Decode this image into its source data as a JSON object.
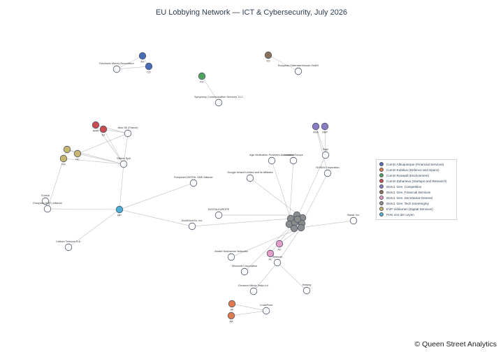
{
  "title": "EU Lobbying Network — ICT & Cybersecurity, July 2026",
  "credit": "© Queen Street Analytics",
  "legend": [
    {
      "label": "Comm Albuquerque (Financial Services)",
      "color": "#4c6bb5"
    },
    {
      "label": "Comm Kubilius (Defence and Space)",
      "color": "#e07b4f"
    },
    {
      "label": "Comm Roswall (Environment)",
      "color": "#4fa35b"
    },
    {
      "label": "Comm Zaharieva (Startups and Research)",
      "color": "#c94a4f"
    },
    {
      "label": "Direct. Gen. Competition",
      "color": "#8a7cc3"
    },
    {
      "label": "Direct. Gen. Financial Services",
      "color": "#8b6f5c"
    },
    {
      "label": "Direct. Gen. Secretariat-General",
      "color": "#e59ac9"
    },
    {
      "label": "Direct. Gen. Tech Sovereignty",
      "color": "#8c8c8c"
    },
    {
      "label": "EVP Virkkunen (Digital Services)",
      "color": "#c9b66e"
    },
    {
      "label": "Pres von der Leyen",
      "color": "#4cb0d4"
    }
  ],
  "nodes": [
    {
      "id": "AG",
      "label": "AG",
      "color": "#4c6bb5"
    },
    {
      "id": "CD",
      "label": "CD",
      "color": "#4c6bb5"
    },
    {
      "id": "EMA",
      "label": "Electronic Money Association",
      "color": "#ffffff"
    },
    {
      "id": "KS",
      "label": "KS",
      "color": "#8b6f5c"
    },
    {
      "id": "EDG",
      "label": "European Datenwarehouse GmbH",
      "color": "#ffffff"
    },
    {
      "id": "KH",
      "label": "KH",
      "color": "#4fa35b"
    },
    {
      "id": "SYM",
      "label": "Symphony Communication Services, LLC",
      "color": "#ffffff"
    },
    {
      "id": "AMR",
      "label": "AMR",
      "color": "#c94a4f"
    },
    {
      "id": "EZ",
      "label": "EZ",
      "color": "#c94a4f"
    },
    {
      "id": "ATOS",
      "label": "Atos SE (France)",
      "color": "#ffffff"
    },
    {
      "id": "V1",
      "label": "",
      "color": "#c9b66e"
    },
    {
      "id": "HC",
      "label": "HC",
      "color": "#c9b66e"
    },
    {
      "id": "PH",
      "label": "PH",
      "color": "#c9b66e"
    },
    {
      "id": "SPS",
      "label": "Sitetus SpA",
      "color": "#ffffff"
    },
    {
      "id": "EDSME",
      "label": "European DIGITAL SME Alliance",
      "color": "#ffffff"
    },
    {
      "id": "ECOSIA",
      "label": "Ecosia",
      "color": "#ffffff"
    },
    {
      "id": "ES",
      "label": "European 5G(?) Alliance",
      "color": "#ffffff"
    },
    {
      "id": "MP",
      "label": "MP",
      "color": "#4cb0d4"
    },
    {
      "id": "CT",
      "label": "Cellnex Telecom S.A.",
      "color": "#ffffff"
    },
    {
      "id": "AVP",
      "label": "Age Verification Providers Association",
      "color": "#ffffff"
    },
    {
      "id": "CEU",
      "label": "Connect Europe",
      "color": "#ffffff"
    },
    {
      "id": "GIL",
      "label": "Google Ireland Limited and its affiliates",
      "color": "#ffffff"
    },
    {
      "id": "DE",
      "label": "DIGITALEUROPE",
      "color": "#ffffff"
    },
    {
      "id": "DDG",
      "label": "DuckDuckGo, Inc.",
      "color": "#ffffff"
    },
    {
      "id": "AXA",
      "label": "AXA",
      "color": "#8a7cc3"
    },
    {
      "id": "OBP",
      "label": "OBP",
      "color": "#8a7cc3"
    },
    {
      "id": "BIGD",
      "label": "Bigd",
      "color": "#ffffff"
    },
    {
      "id": "NVDA",
      "label": "NVIDIA Corporation",
      "color": "#ffffff"
    },
    {
      "id": "VIASAT",
      "label": "Viasat, Inc.",
      "color": "#ffffff"
    },
    {
      "id": "ASN",
      "label": "Alcatel Submarine Networks",
      "color": "#ffffff"
    },
    {
      "id": "MSFT",
      "label": "Microsoft Corporation",
      "color": "#ffffff"
    },
    {
      "id": "EVT",
      "label": "Ericsson Nikola Tesla d.d.",
      "color": "#ffffff"
    },
    {
      "id": "HELSING",
      "label": "Helsing",
      "color": "#ffffff"
    },
    {
      "id": "TELEKOM",
      "label": "Telekom",
      "color": "#ffffff"
    },
    {
      "id": "SG1",
      "label": "AC",
      "color": "#e59ac9"
    },
    {
      "id": "SG2",
      "label": "AC",
      "color": "#e59ac9"
    },
    {
      "id": "KU1",
      "label": "AK",
      "color": "#e07b4f"
    },
    {
      "id": "KU2",
      "label": "AR",
      "color": "#e07b4f"
    },
    {
      "id": "CP",
      "label": "CrossPoint",
      "color": "#ffffff"
    },
    {
      "id": "TS1",
      "label": "",
      "color": "#8c8c8c"
    },
    {
      "id": "TS2",
      "label": "",
      "color": "#8c8c8c"
    },
    {
      "id": "TS3",
      "label": "",
      "color": "#8c8c8c"
    },
    {
      "id": "TS4",
      "label": "",
      "color": "#8c8c8c"
    },
    {
      "id": "TS5",
      "label": "",
      "color": "#8c8c8c"
    },
    {
      "id": "TS6",
      "label": "",
      "color": "#8c8c8c"
    },
    {
      "id": "TS7",
      "label": "",
      "color": "#8c8c8c"
    },
    {
      "id": "TS8",
      "label": "",
      "color": "#8c8c8c"
    },
    {
      "id": "TS9",
      "label": "",
      "color": "#8c8c8c"
    }
  ],
  "edges": [
    [
      "AG",
      "CD"
    ],
    [
      "AG",
      "EMA"
    ],
    [
      "CD",
      "EMA"
    ],
    [
      "KS",
      "EDG"
    ],
    [
      "KH",
      "SYM"
    ],
    [
      "AMR",
      "ATOS"
    ],
    [
      "AMR",
      "SPS"
    ],
    [
      "EZ",
      "ATOS"
    ],
    [
      "EZ",
      "SPS"
    ],
    [
      "ATOS",
      "SPS"
    ],
    [
      "V1",
      "HC"
    ],
    [
      "V1",
      "PH"
    ],
    [
      "HC",
      "SPS"
    ],
    [
      "PH",
      "SPS"
    ],
    [
      "V1",
      "SPS"
    ],
    [
      "HC",
      "ATOS"
    ],
    [
      "PH",
      "ES"
    ],
    [
      "ECOSIA",
      "ES"
    ],
    [
      "ES",
      "MP"
    ],
    [
      "SPS",
      "MP"
    ],
    [
      "MP",
      "EDSME"
    ],
    [
      "MP",
      "CT"
    ],
    [
      "MP",
      "DDG"
    ],
    [
      "DDG",
      "TS1"
    ],
    [
      "DE",
      "TS2"
    ],
    [
      "GIL",
      "TS3"
    ],
    [
      "AVP",
      "TS1"
    ],
    [
      "CEU",
      "TS4"
    ],
    [
      "AXA",
      "BIGD"
    ],
    [
      "OBP",
      "BIGD"
    ],
    [
      "AXA",
      "NVDA"
    ],
    [
      "BIGD",
      "TS5"
    ],
    [
      "NVDA",
      "TS6"
    ],
    [
      "VIASAT",
      "TS7"
    ],
    [
      "TS8",
      "ASN"
    ],
    [
      "TS8",
      "SG1"
    ],
    [
      "TS9",
      "SG2"
    ],
    [
      "TS9",
      "MSFT"
    ],
    [
      "TS8",
      "TELEKOM"
    ],
    [
      "TELEKOM",
      "EVT"
    ],
    [
      "TELEKOM",
      "HELSING"
    ],
    [
      "SG2",
      "TELEKOM"
    ],
    [
      "KU1",
      "CP"
    ],
    [
      "KU2",
      "CP"
    ],
    [
      "TS1",
      "TS2"
    ],
    [
      "TS2",
      "TS3"
    ],
    [
      "TS3",
      "TS4"
    ],
    [
      "TS4",
      "TS5"
    ],
    [
      "TS5",
      "TS6"
    ],
    [
      "TS6",
      "TS7"
    ],
    [
      "TS7",
      "TS8"
    ],
    [
      "TS8",
      "TS9"
    ],
    [
      "TS9",
      "TS1"
    ],
    [
      "TS1",
      "TS5"
    ],
    [
      "TS3",
      "TS7"
    ]
  ]
}
